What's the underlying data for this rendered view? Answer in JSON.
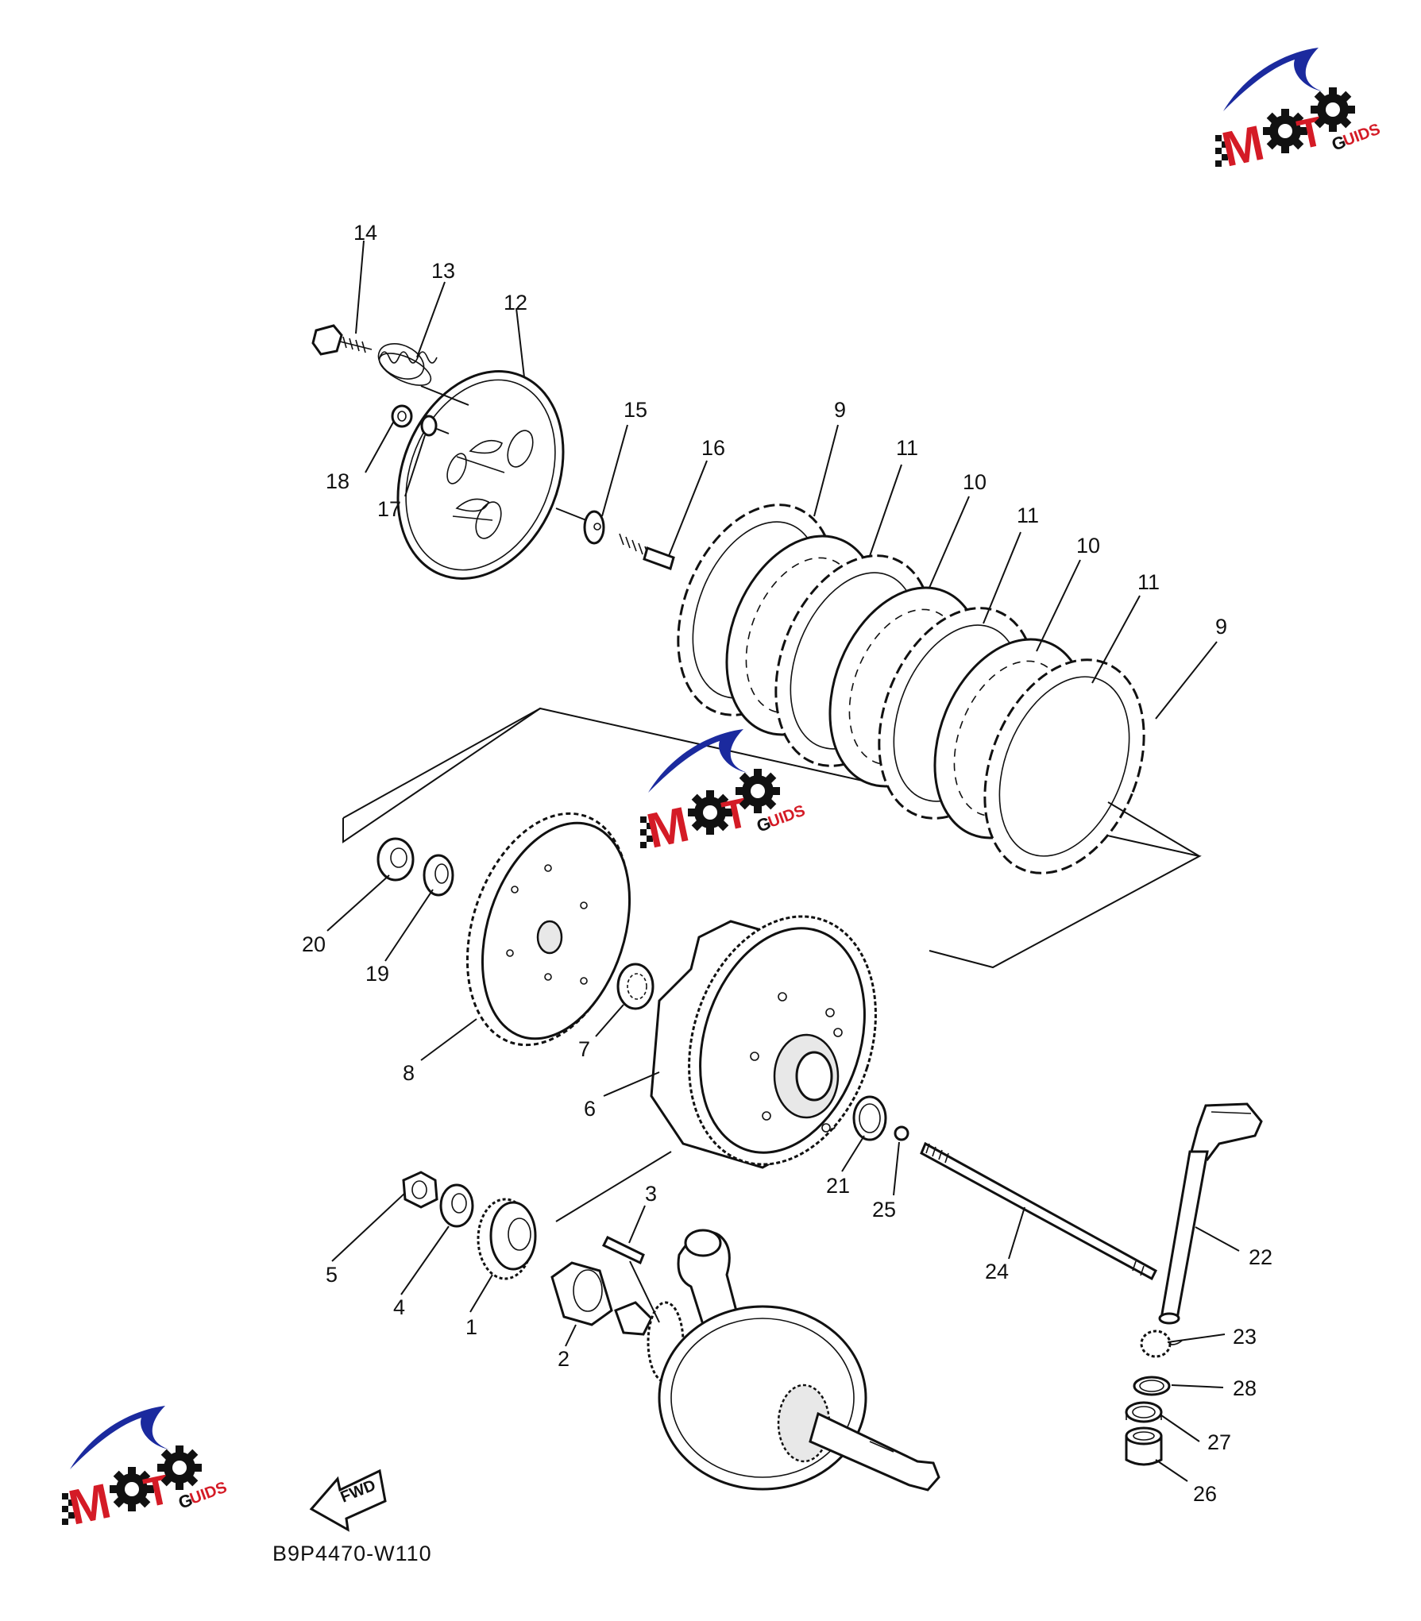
{
  "diagram": {
    "drawing_code": "B9P4470-W110",
    "fwd_label": "FWD",
    "parts": [
      {
        "id": "p1",
        "label": "1"
      },
      {
        "id": "p2",
        "label": "2"
      },
      {
        "id": "p3",
        "label": "3"
      },
      {
        "id": "p4",
        "label": "4"
      },
      {
        "id": "p5",
        "label": "5"
      },
      {
        "id": "p6",
        "label": "6"
      },
      {
        "id": "p7",
        "label": "7"
      },
      {
        "id": "p8",
        "label": "8"
      },
      {
        "id": "p9a",
        "label": "9"
      },
      {
        "id": "p9b",
        "label": "9"
      },
      {
        "id": "p10a",
        "label": "10"
      },
      {
        "id": "p10b",
        "label": "10"
      },
      {
        "id": "p11a",
        "label": "11"
      },
      {
        "id": "p11b",
        "label": "11"
      },
      {
        "id": "p11c",
        "label": "11"
      },
      {
        "id": "p12",
        "label": "12"
      },
      {
        "id": "p13",
        "label": "13"
      },
      {
        "id": "p14",
        "label": "14"
      },
      {
        "id": "p15",
        "label": "15"
      },
      {
        "id": "p16",
        "label": "16"
      },
      {
        "id": "p17",
        "label": "17"
      },
      {
        "id": "p18",
        "label": "18"
      },
      {
        "id": "p19",
        "label": "19"
      },
      {
        "id": "p20",
        "label": "20"
      },
      {
        "id": "p21",
        "label": "21"
      },
      {
        "id": "p22",
        "label": "22"
      },
      {
        "id": "p23",
        "label": "23"
      },
      {
        "id": "p24",
        "label": "24"
      },
      {
        "id": "p25",
        "label": "25"
      },
      {
        "id": "p26",
        "label": "26"
      },
      {
        "id": "p27",
        "label": "27"
      },
      {
        "id": "p28",
        "label": "28"
      }
    ]
  },
  "watermark": {
    "logo_letters": "MOTO",
    "logo_suffix": "UIDS",
    "colors": {
      "blue": "#1b2a9e",
      "red": "#d41b26",
      "black": "#111111"
    }
  }
}
